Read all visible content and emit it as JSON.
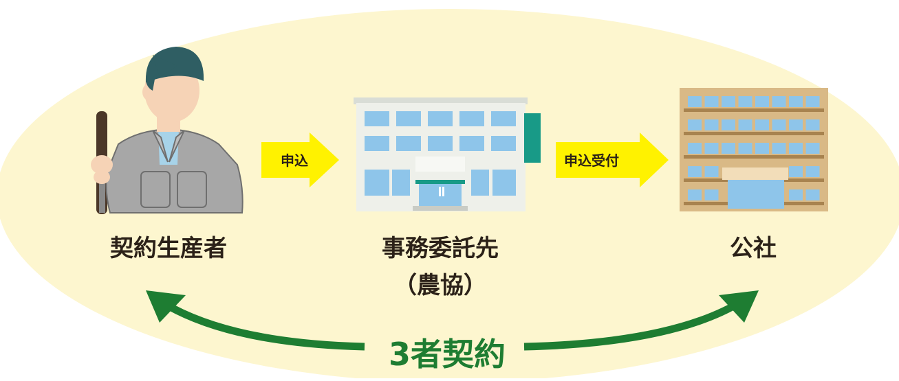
{
  "parties": {
    "producer": {
      "label": "契約生産者",
      "icon": "farmer-icon"
    },
    "agent": {
      "label_line1": "事務委託先",
      "label_line2": "（農協）",
      "icon": "office-building-icon"
    },
    "corporation": {
      "label": "公社",
      "icon": "apartment-building-icon"
    }
  },
  "flow": {
    "step1": "申込",
    "step2": "申込受付"
  },
  "contract": {
    "label": "3者契約"
  },
  "colors": {
    "background_ellipse": "#fdf6cf",
    "flow_arrow": "#fff200",
    "contract_arrow": "#1e7d32",
    "text": "#2b2118"
  }
}
